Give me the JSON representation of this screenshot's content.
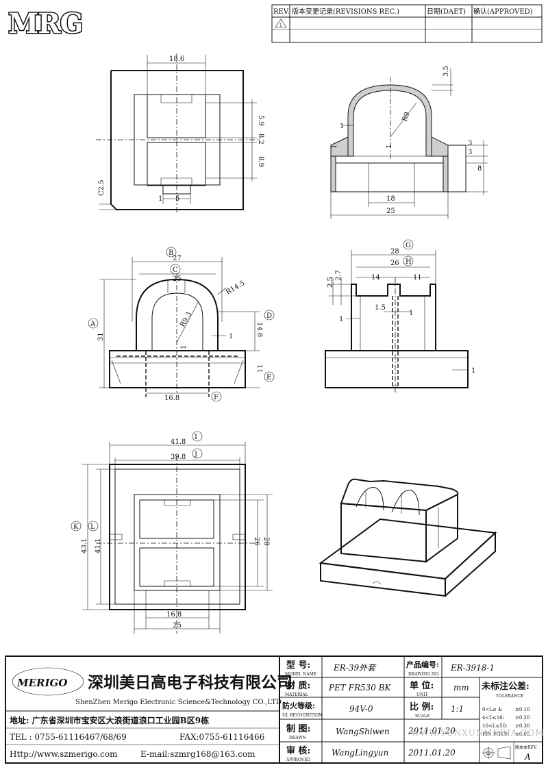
{
  "logo": {
    "text": "MRG"
  },
  "revision_table": {
    "col_rev": "REV.",
    "col_record": "版本变更记录(REVISIONS REC.)",
    "col_date": "日期(DAET)",
    "col_approved": "确认(APPROVED)",
    "row1_mark": "1"
  },
  "views": {
    "top": {
      "d1": "18.6",
      "d2": "5.9",
      "d3": "8.2",
      "d4": "8.9",
      "d5": "C2.5",
      "d6": "1",
      "d7": "5"
    },
    "section": {
      "d1": "3.5",
      "d2": "R9",
      "d3": "1",
      "d4": "1",
      "d5": "1",
      "d6": "3",
      "d7": "3",
      "d8": "8",
      "d9": "18",
      "d10": "25"
    },
    "front": {
      "B": "B",
      "C": "C",
      "A": "A",
      "D": "D",
      "E": "E",
      "F": "F",
      "d27": "27",
      "d25": "25",
      "r145": "R14.5",
      "r93": "R9.3",
      "d31": "31",
      "d148": "14.8",
      "d1": "1",
      "d11": "11",
      "d168": "16.8"
    },
    "side": {
      "G": "G",
      "H": "H",
      "d28": "28",
      "d26": "26",
      "d14": "14",
      "d11": "11",
      "d25": "2.5",
      "d27": "2.7",
      "d15": "1.5",
      "d1a": "1",
      "d1b": "1",
      "d1c": "1"
    },
    "bottom": {
      "I": "I",
      "J": "J",
      "K": "K",
      "L": "L",
      "d418": "41.8",
      "d398": "39.8",
      "d431": "43.1",
      "d411": "41.1",
      "d26": "26",
      "d28": "28",
      "d168": "16.8",
      "d25": "25"
    }
  },
  "title_block": {
    "company_logo": "MERIGO",
    "company_cn": "深圳美日高电子科技有限公司",
    "company_en": "ShenZhen Merigo Electronic Science&Technology CO.,LTD",
    "address": "地址: 广东省深圳市宝安区大浪街道浪口工业园B区9栋",
    "tel": "TEL : 0755-61116467/68/69",
    "fax": "FAX:0755-61116466",
    "web": "Http://www.szmerigo.com",
    "email": "E-mail:szmrg168@163.com",
    "model_label": "型 号:",
    "model_label_en": "MODEL NAME",
    "model_value": "ER-39外套",
    "drawing_label": "产品编号:",
    "drawing_label_en": "DRAWING NO.",
    "drawing_value": "ER-3918-1",
    "material_label": "材 质:",
    "material_label_en": "MATERIAL",
    "material_value": "PET FR530 BK",
    "unit_label": "单 位:",
    "unit_label_en": "UNIT",
    "unit_value": "mm",
    "flame_label": "防火等级:",
    "flame_label_en": "UL RECOGNITION",
    "flame_value": "94V-0",
    "scale_label": "比 例:",
    "scale_label_en": "SCALE",
    "scale_value": "1:1",
    "drawn_label": "制 图:",
    "drawn_label_en": "DRAWN",
    "drawn_value": "WangShiwen",
    "drawn_date": "2011.01.20",
    "approved_label": "审 核:",
    "approved_label_en": "APPROVED",
    "approved_value": "WangLingyun",
    "approved_date": "2011.01.20",
    "tolerance_title": "未标注公差:",
    "tolerance_en": "TOLERANCE",
    "tol1": "0<L≤ 4:",
    "tol1v": "±0.10",
    "tol2": "4<L≤16:",
    "tol2v": "±0.20",
    "tol3": "16<L≤50:",
    "tol3v": "±0.30",
    "tol4": "PIN PITCH",
    "tol4v": "±0.05",
    "version_label": "版本本REV.",
    "version_value": "A",
    "watermark": "WWW.YUNXUNMEDIA.COM"
  }
}
